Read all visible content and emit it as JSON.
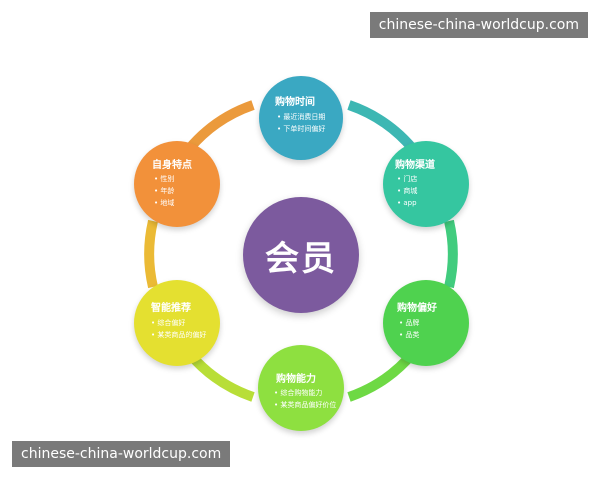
{
  "watermark": {
    "top_text": "chinese-china-worldcup.com",
    "bottom_text": "chinese-china-worldcup.com"
  },
  "center": {
    "label": "会员",
    "color": "#7c5a9e"
  },
  "nodes": [
    {
      "title": "购物时间",
      "items": [
        "最近消费日期",
        "下单时间偏好"
      ],
      "color": "#3aa8c2"
    },
    {
      "title": "购物渠道",
      "items": [
        "门店",
        "商城",
        "app"
      ],
      "color": "#35c6a0"
    },
    {
      "title": "购物偏好",
      "items": [
        "品牌",
        "品类"
      ],
      "color": "#4fd24f"
    },
    {
      "title": "购物能力",
      "items": [
        "综合购物能力",
        "某类商品偏好价位"
      ],
      "color": "#8ee040"
    },
    {
      "title": "智能推荐",
      "items": [
        "综合偏好",
        "某类商品的偏好"
      ],
      "color": "#e4e030"
    },
    {
      "title": "自身特点",
      "items": [
        "性别",
        "年龄",
        "地域"
      ],
      "color": "#f2913a"
    }
  ]
}
